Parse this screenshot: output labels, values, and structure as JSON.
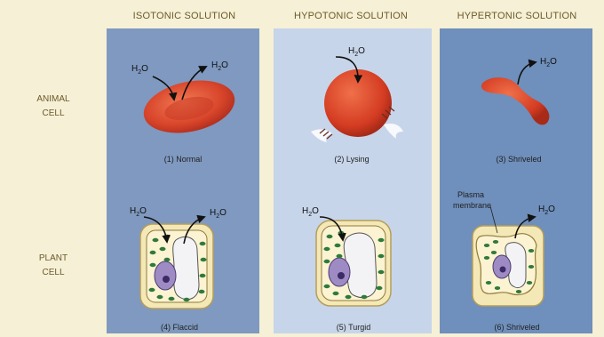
{
  "columns": {
    "isotonic": "ISOTONIC SOLUTION",
    "hypotonic": "HYPOTONIC SOLUTION",
    "hypertonic": "HYPERTONIC SOLUTION"
  },
  "rows": {
    "animal_line1": "ANIMAL",
    "animal_line2": "CELL",
    "plant_line1": "PLANT",
    "plant_line2": "CELL"
  },
  "captions": {
    "normal": "(1) Normal",
    "lysing": "(2) Lysing",
    "shriveled_animal": "(3) Shriveled",
    "flaccid": "(4) Flaccid",
    "turgid": "(5) Turgid",
    "shriveled_plant": "(6) Shriveled"
  },
  "water": {
    "base": "H",
    "sub": "2",
    "tail": "O"
  },
  "labels": {
    "plasma_line1": "Plasma",
    "plasma_line2": "membrane"
  },
  "colors": {
    "background": "#f6f0d6",
    "isotonic_panel": "#7f99c0",
    "hypotonic_panel": "#c7d5ea",
    "hypertonic_panel": "#6f8fbc",
    "red_cell": "#d8452a",
    "plant_wall": "#f4e8b6",
    "chloroplast": "#2f7a3a",
    "vacuole": "#f3f3f6",
    "nucleus": "#9e8bc4"
  }
}
